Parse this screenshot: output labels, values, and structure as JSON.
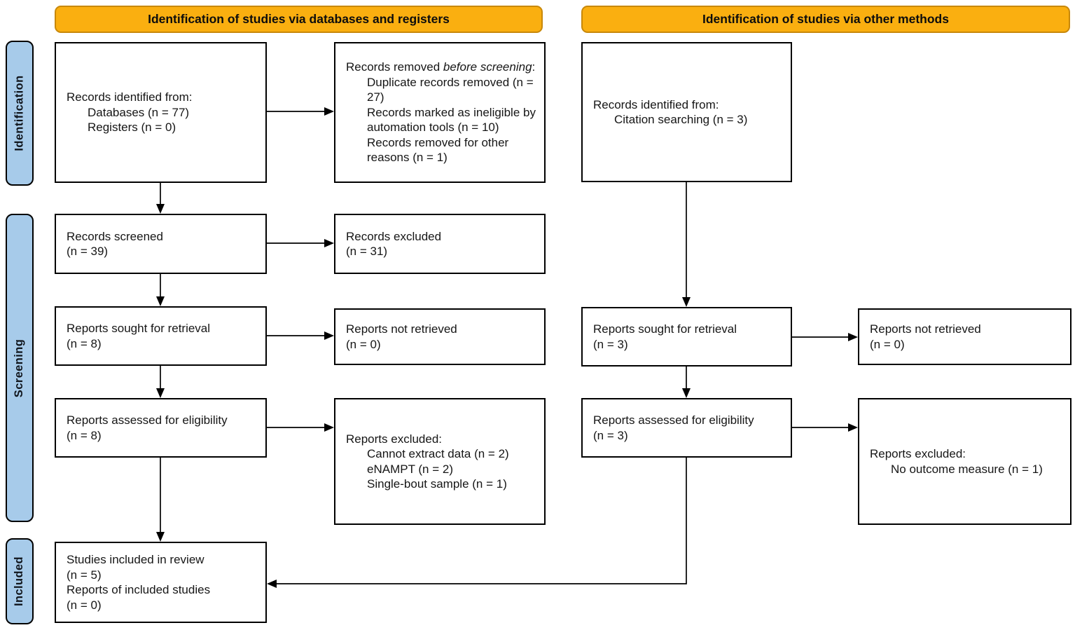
{
  "colors": {
    "banner_fill": "#FAAF10",
    "banner_border": "#C8880A",
    "stage_fill": "#A7CBEA",
    "box_border": "#000000",
    "text_color": "#161616"
  },
  "banners": {
    "databases": "Identification of studies via databases and registers",
    "other": "Identification of studies via other methods"
  },
  "stages": {
    "identification": "Identification",
    "screening": "Screening",
    "included": "Included"
  },
  "boxes": {
    "records_identified_databases": {
      "title": "Records identified from:",
      "items": [
        "Databases (n = 77)",
        "Registers (n = 0)"
      ]
    },
    "records_removed": {
      "intro_prefix": "Records removed ",
      "intro_italic": "before screening",
      "intro_suffix": ":",
      "items": [
        "Duplicate records removed (n = 27)",
        "Records marked as ineligible by automation tools (n = 10)",
        "Records removed for other reasons (n = 1)"
      ]
    },
    "records_identified_citation": {
      "title": "Records identified from:",
      "items": [
        "Citation searching (n = 3)"
      ]
    },
    "records_screened": {
      "lines": [
        "Records screened",
        "(n = 39)"
      ]
    },
    "records_excluded": {
      "lines": [
        "Records excluded",
        "(n = 31)"
      ]
    },
    "reports_sought_databases": {
      "lines": [
        "Reports sought for retrieval",
        "(n = 8)"
      ]
    },
    "reports_not_retrieved_databases": {
      "lines": [
        "Reports not retrieved",
        "(n = 0)"
      ]
    },
    "reports_sought_other": {
      "lines": [
        "Reports sought for retrieval",
        "(n = 3)"
      ]
    },
    "reports_not_retrieved_other": {
      "lines": [
        "Reports not retrieved",
        "(n = 0)"
      ]
    },
    "reports_assessed_databases": {
      "lines": [
        "Reports assessed for eligibility",
        "(n = 8)"
      ]
    },
    "reports_excluded_databases": {
      "title": "Reports excluded:",
      "items": [
        "Cannot extract data (n = 2)",
        "eNAMPT (n = 2)",
        "Single-bout sample (n = 1)"
      ]
    },
    "reports_assessed_other": {
      "lines": [
        "Reports assessed for eligibility",
        "(n = 3)"
      ]
    },
    "reports_excluded_other": {
      "title": "Reports excluded:",
      "items": [
        "No outcome measure (n = 1)"
      ]
    },
    "studies_included": {
      "lines": [
        "Studies included in review",
        "(n = 5)",
        "Reports of included studies",
        "(n = 0)"
      ]
    }
  }
}
